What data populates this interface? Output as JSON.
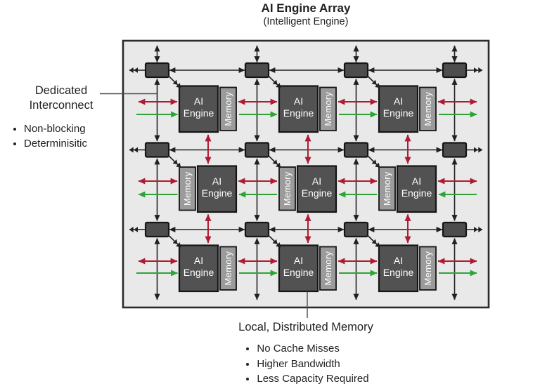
{
  "title": "AI Engine Array",
  "subtitle": "(Intelligent Engine)",
  "left_callout": {
    "label": "Dedicated Interconnect",
    "bullets": [
      "Non-blocking",
      "Determinisitic"
    ]
  },
  "bottom_callout": {
    "label": "Local, Distributed Memory",
    "bullets": [
      "No Cache Misses",
      "Higher Bandwidth",
      "Less Capacity Required"
    ]
  },
  "tile": {
    "engine_line1": "AI",
    "engine_line2": "Engine",
    "memory_label": "Memory"
  },
  "colors": {
    "array_background": "#e9e9e9",
    "frame_border": "#2b2b2b",
    "black_arrow": "#231f20",
    "red_arrow": "#b01b32",
    "green_arrow": "#2fa337",
    "engine_fill": "#525252",
    "memory_fill": "#9b9b9b",
    "switch_fill": "#4d4d4d",
    "box_text": "#ffffff"
  }
}
